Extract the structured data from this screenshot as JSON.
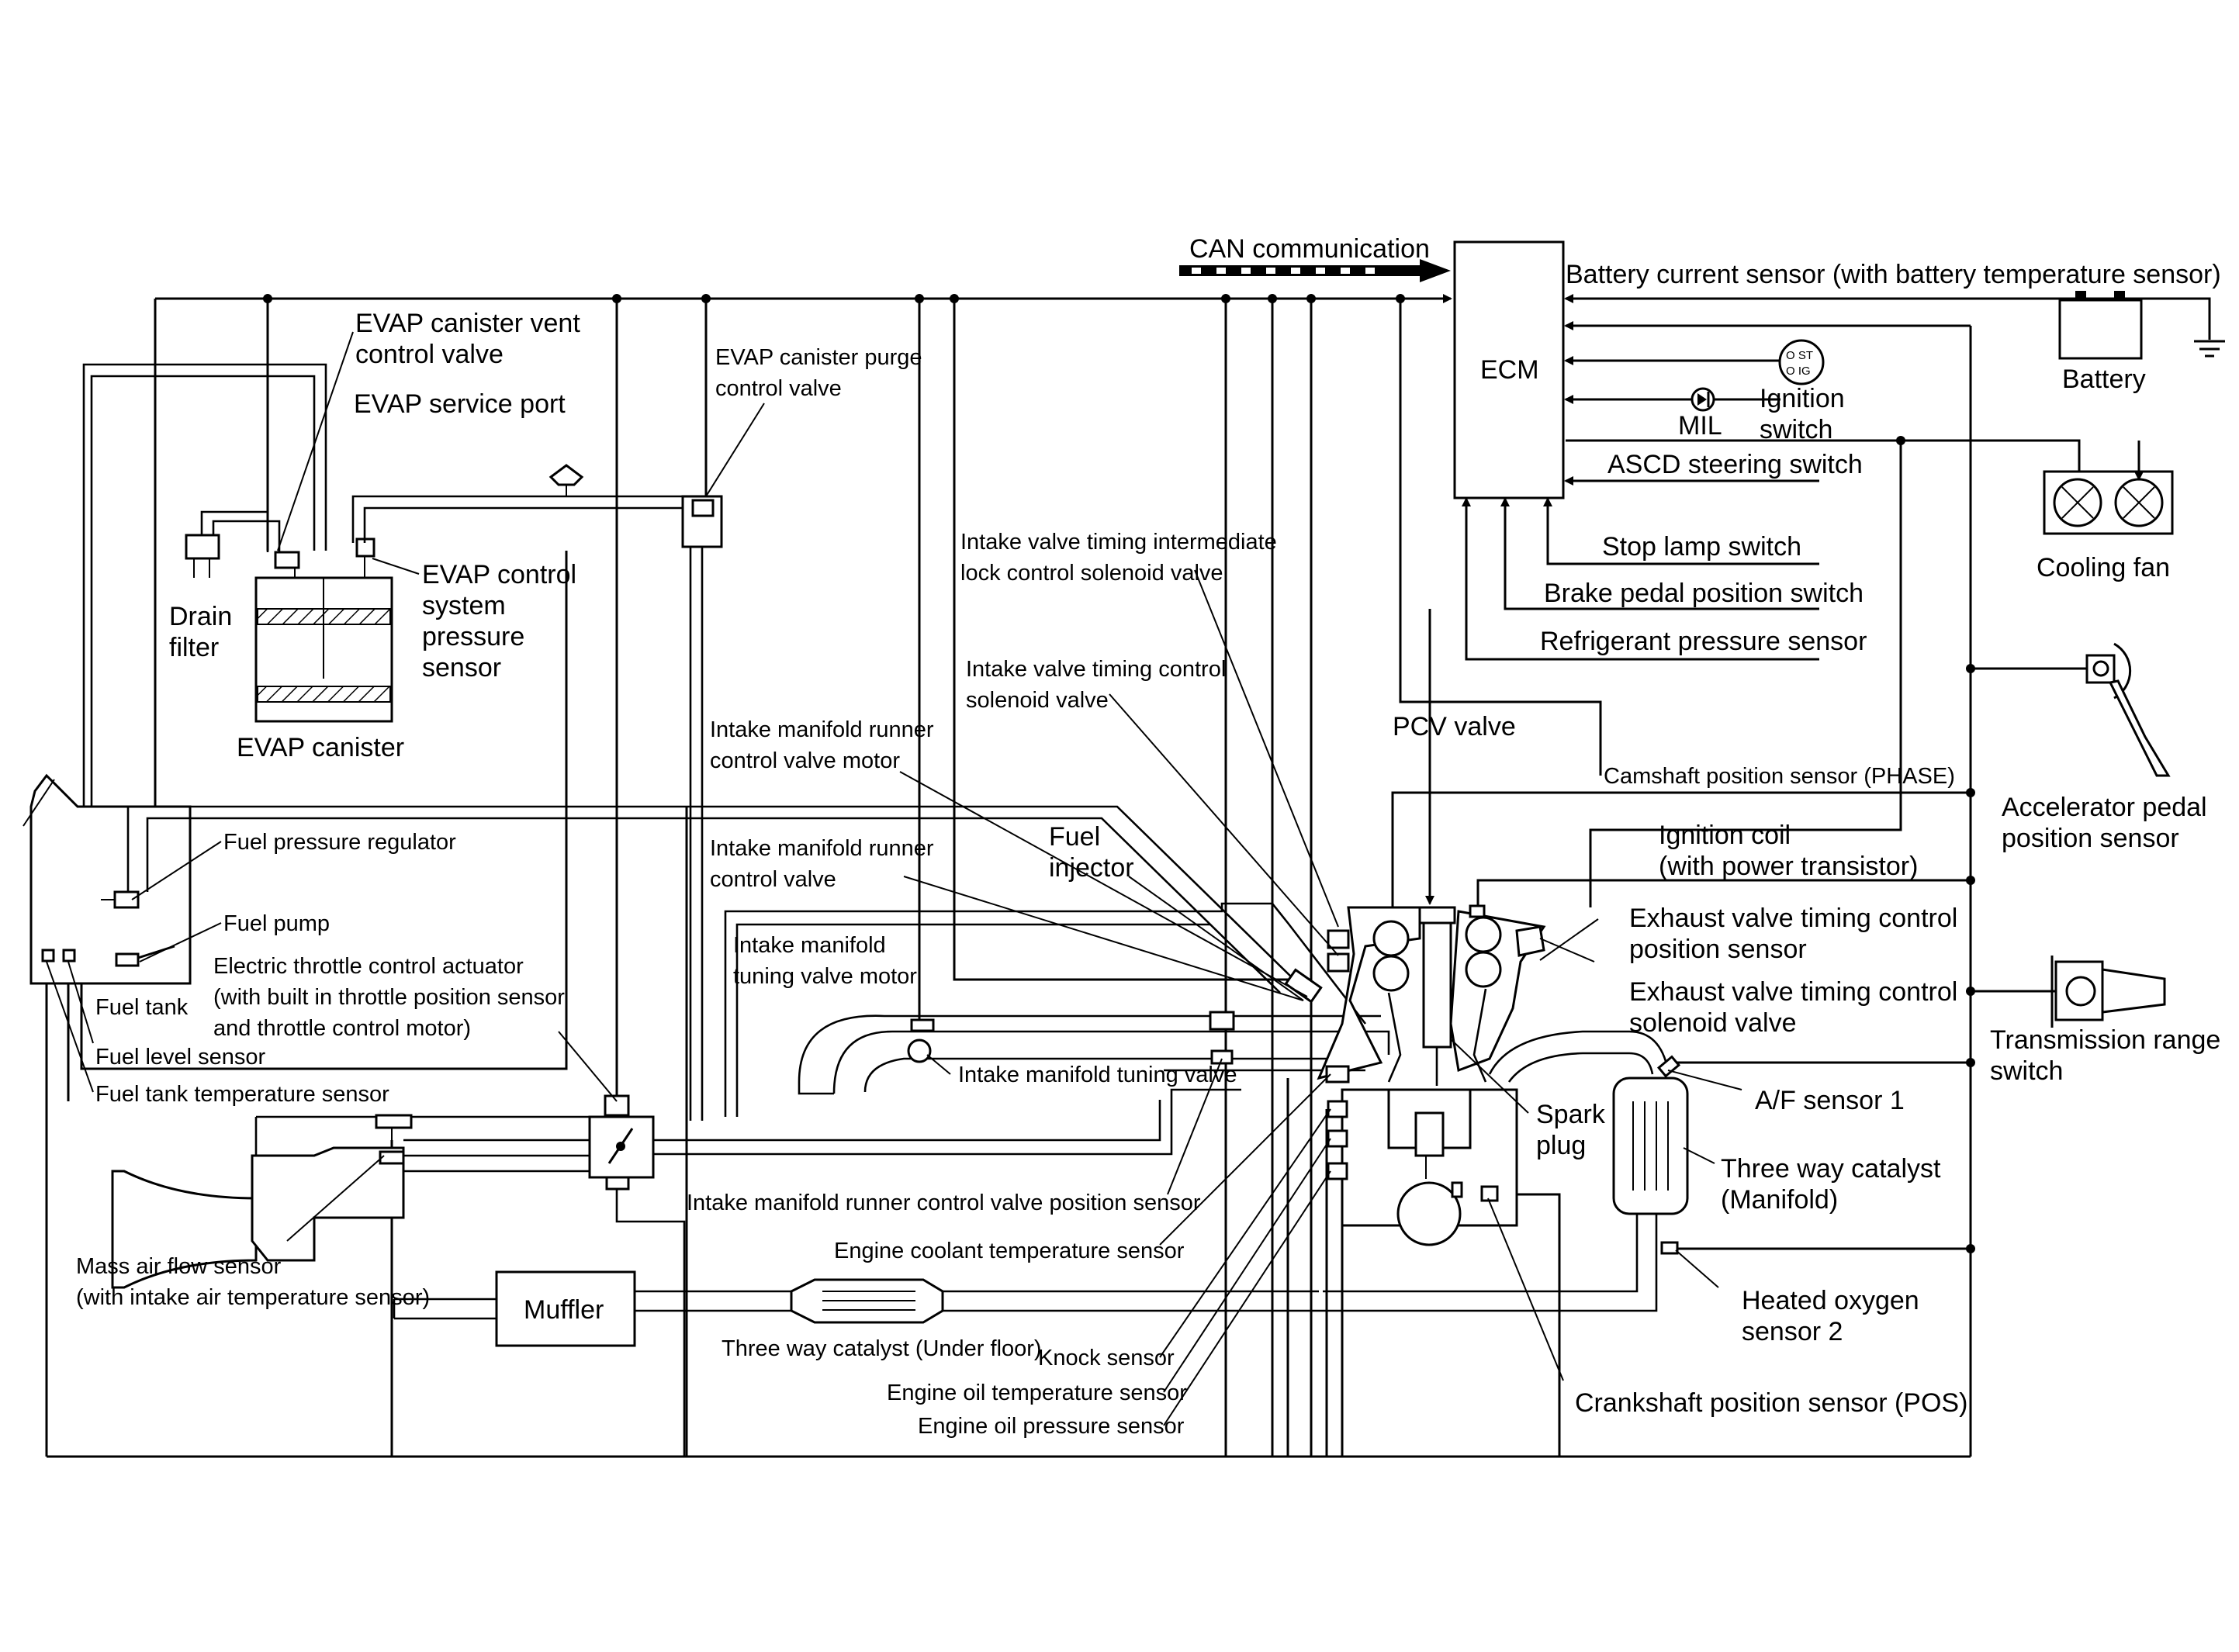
{
  "labels": {
    "can": "CAN communication",
    "ecm": "ECM",
    "battery_current": "Battery current sensor (with battery temperature sensor)",
    "battery": "Battery",
    "ignition_switch_1": "Ignition",
    "ignition_switch_2": "switch",
    "mil": "MIL",
    "ascd": "ASCD steering switch",
    "cooling_fan": "Cooling fan",
    "stop_lamp": "Stop lamp switch",
    "brake_pedal": "Brake pedal position switch",
    "refrigerant": "Refrigerant pressure sensor",
    "pcv": "PCV valve",
    "accel_1": "Accelerator pedal",
    "accel_2": "position sensor",
    "cam_phase": "Camshaft position sensor (PHASE)",
    "ign_coil_1": "Ignition coil",
    "ign_coil_2": "(with power transistor)",
    "exh_pos_1": "Exhaust valve timing control",
    "exh_pos_2": "position sensor",
    "exh_sol_1": "Exhaust valve timing control",
    "exh_sol_2": "solenoid valve",
    "trans_1": "Transmission range",
    "trans_2": "switch",
    "af1": "A/F sensor 1",
    "twc_man_1": "Three way catalyst",
    "twc_man_2": "(Manifold)",
    "ho2_1": "Heated oxygen",
    "ho2_2": "sensor 2",
    "crank": "Crankshaft position sensor (POS)",
    "spark_1": "Spark",
    "spark_2": "plug",
    "evap_vent_1": "EVAP canister vent",
    "evap_vent_2": "control valve",
    "evap_service": "EVAP service port",
    "evap_purge_1": "EVAP canister purge",
    "evap_purge_2": "control valve",
    "evap_press_1": "EVAP control",
    "evap_press_2": "system",
    "evap_press_3": "pressure",
    "evap_press_4": "sensor",
    "drain_1": "Drain",
    "drain_2": "filter",
    "evap_canister": "EVAP canister",
    "ivt_lock_1": "Intake valve timing intermediate",
    "ivt_lock_2": "lock control solenoid valve",
    "ivt_sol_1": "Intake valve timing control",
    "ivt_sol_2": "solenoid valve",
    "imr_motor_1": "Intake manifold runner",
    "imr_motor_2": "control valve motor",
    "imr_valve_1": "Intake manifold runner",
    "imr_valve_2": "control valve",
    "fuel_inj_1": "Fuel",
    "fuel_inj_2": "injector",
    "imt_motor_1": "Intake manifold",
    "imt_motor_2": "tuning valve motor",
    "imt_valve": "Intake manifold tuning valve",
    "fpr": "Fuel pressure regulator",
    "fuel_pump": "Fuel pump",
    "etc_1": "Electric throttle control actuator",
    "etc_2": "(with built in throttle position sensor",
    "etc_3": "and throttle control motor)",
    "fuel_tank": "Fuel tank",
    "fuel_level": "Fuel level sensor",
    "fuel_temp": "Fuel tank temperature sensor",
    "imr_pos": "Intake manifold runner control valve position sensor",
    "ect": "Engine coolant temperature sensor",
    "maf_1": "Mass air flow sensor",
    "maf_2": "(with intake air temperature sensor)",
    "muffler": "Muffler",
    "twc_floor": "Three way catalyst (Under floor)",
    "knock": "Knock sensor",
    "oil_temp": "Engine oil temperature sensor",
    "oil_press": "Engine oil pressure sensor",
    "ign_key_1": "O ST",
    "ign_key_2": "O IG"
  }
}
